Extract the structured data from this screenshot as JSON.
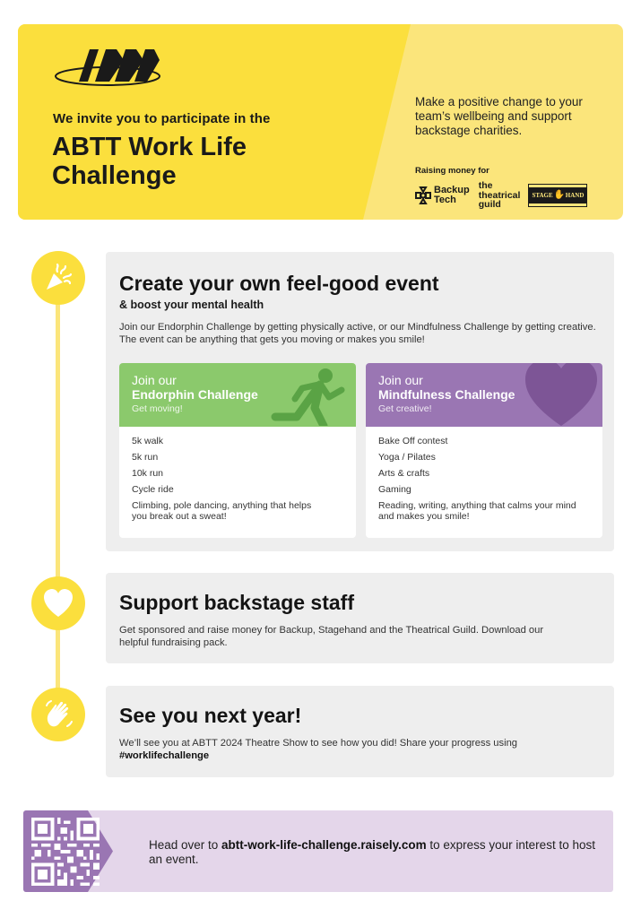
{
  "hero": {
    "logo_text": "ABTT",
    "invite": "We invite you to participate in the",
    "title": "ABTT Work Life Challenge",
    "tagline": "Make a positive change to your team’s wellbeing and support backstage charities.",
    "raising_label": "Raising money for",
    "charities": [
      {
        "name": "Backup Tech",
        "line1": "Backup",
        "line2": "Tech"
      },
      {
        "name": "the theatrical guild",
        "line1": "the",
        "line2": "theatrical",
        "line3": "guild"
      },
      {
        "name": "Stage Hand",
        "left": "STAGE",
        "right": "HAND"
      }
    ],
    "colors": {
      "yellow": "#fbdf3d",
      "light_yellow": "#fbe57b"
    }
  },
  "steps": [
    {
      "icon": "party-popper-icon",
      "title": "Create your own feel-good event",
      "subtitle": "& boost your mental health",
      "body": "Join our Endorphin Challenge by getting physically active, or our Mindfulness Challenge by getting creative.  The event can be anything that gets you moving or makes you smile!",
      "challenges": [
        {
          "join": "Join our",
          "name": "Endorphin Challenge",
          "tag": "Get moving!",
          "icon": "running-person-icon",
          "color": "#8bc96c",
          "items": [
            "5k walk",
            "5k run",
            "10k run",
            "Cycle ride",
            "Climbing, pole dancing, anything that helps you break out a sweat!"
          ]
        },
        {
          "join": "Join our",
          "name": "Mindfulness Challenge",
          "tag": "Get creative!",
          "icon": "heart-icon",
          "color": "#9a76b3",
          "items": [
            "Bake Off contest",
            "Yoga / Pilates",
            "Arts & crafts",
            "Gaming",
            "Reading, writing, anything that calms your mind and makes you smile!"
          ]
        }
      ]
    },
    {
      "icon": "heart-icon",
      "title": "Support backstage staff",
      "body": "Get sponsored and raise money for Backup, Stagehand and the Theatrical Guild. Download our helpful fundraising pack."
    },
    {
      "icon": "waving-hand-icon",
      "title": "See you next year!",
      "body": "We’ll see you at ABTT 2024 Theatre Show to see how you did! Share your progress using",
      "hashtag": "#worklifechallenge"
    }
  ],
  "cta": {
    "qr_icon": "qr-code-icon",
    "prefix": "Head over to ",
    "link": "abtt-work-life-challenge.raisely.com",
    "suffix": " to express your interest to host an event.",
    "color": "#9a76b3",
    "bg": "#e4d6ea"
  }
}
